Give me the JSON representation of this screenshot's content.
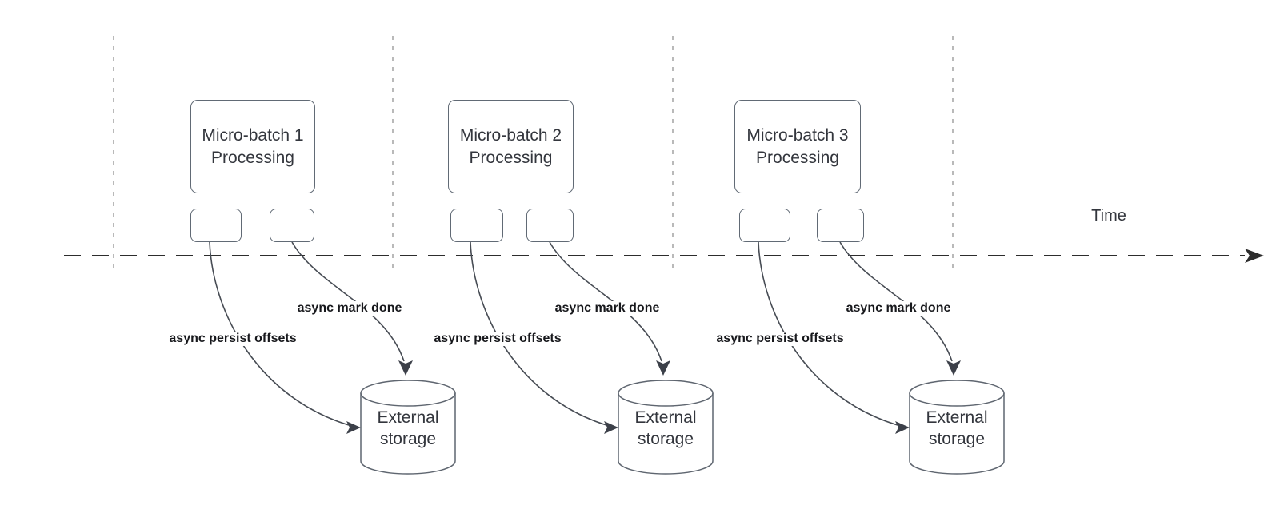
{
  "timeline": {
    "label": "Time"
  },
  "groups": [
    {
      "process_label": "Micro-batch 1\nProcessing",
      "persist_label": "async persist offsets",
      "mark_done_label": "async mark done",
      "storage_label": "External\nstorage"
    },
    {
      "process_label": "Micro-batch 2\nProcessing",
      "persist_label": "async persist offsets",
      "mark_done_label": "async mark done",
      "storage_label": "External\nstorage"
    },
    {
      "process_label": "Micro-batch 3\nProcessing",
      "persist_label": "async persist offsets",
      "mark_done_label": "async mark done",
      "storage_label": "External\nstorage"
    }
  ],
  "colors": {
    "shape_border": "#616a75",
    "arrow_stroke": "#474c54",
    "guide_dash": "#a8a8a8",
    "time_axis": "#2d2d2d",
    "shape_text": "#33363d",
    "label_text": "#17181c",
    "background": "#ffffff"
  }
}
